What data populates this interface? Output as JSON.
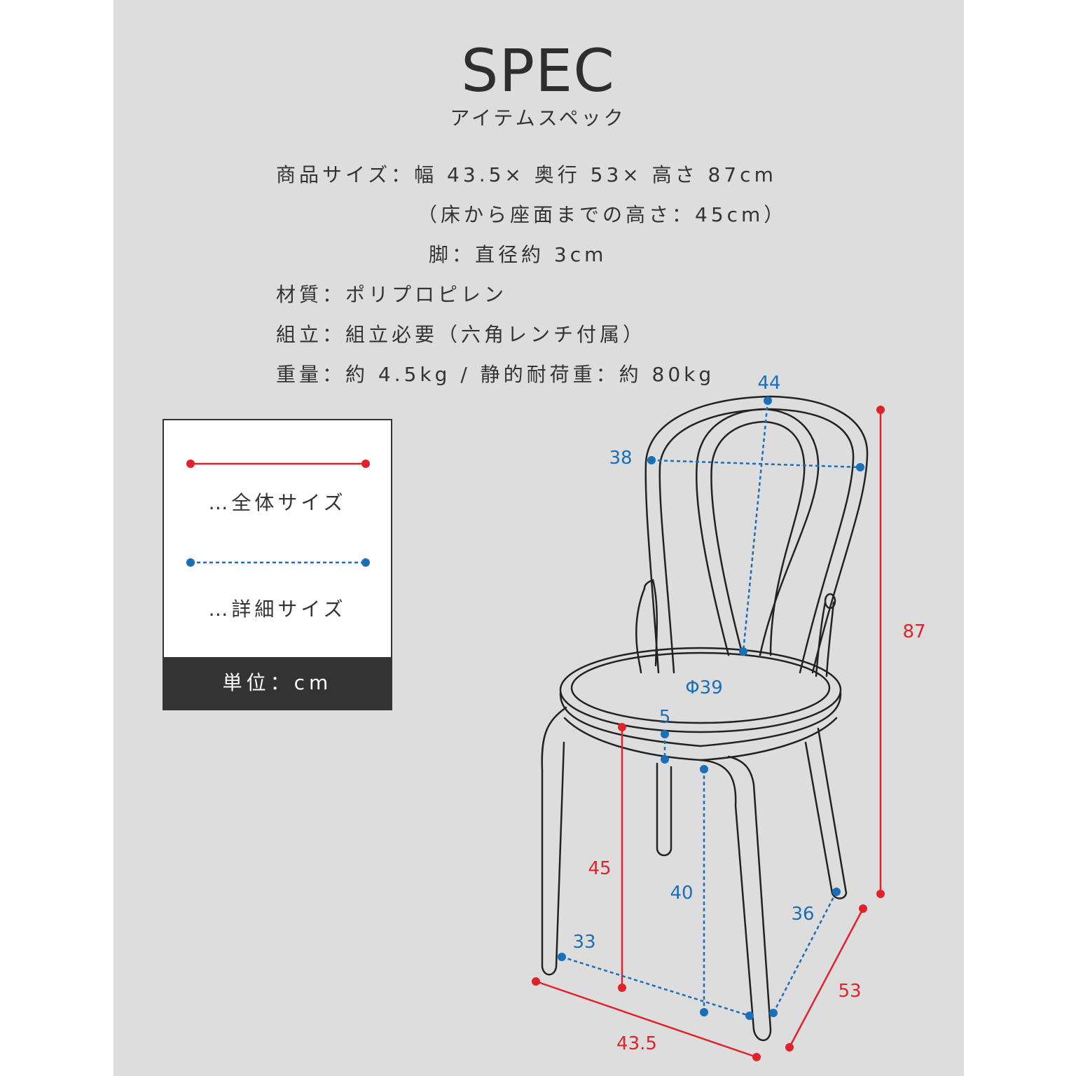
{
  "header": {
    "title": "SPEC",
    "subtitle": "アイテムスペック"
  },
  "specs": {
    "size": "商品サイズ：幅 43.5× 奥行 53× 高さ 87cm",
    "seat_height": "（床から座面までの高さ：45cm）",
    "leg": "脚：直径約 3cm",
    "material": "材質：ポリプロピレン",
    "assembly": "組立：組立必要（六角レンチ付属）",
    "weight": "重量：約 4.5kg / 静的耐荷重：約 80kg"
  },
  "legend": {
    "overall_label": "…全体サイズ",
    "detail_label": "…詳細サイズ",
    "unit": "単位：cm"
  },
  "dimensions": {
    "back_top_width": "44",
    "back_width": "38",
    "seat_diameter": "Φ39",
    "seat_thickness": "5",
    "total_height": "87",
    "seat_height": "45",
    "under_seat_height": "40",
    "inner_width": "33",
    "inner_depth": "36",
    "total_width": "43.5",
    "total_depth": "53"
  },
  "colors": {
    "overall": "#e0232b",
    "detail": "#1a6fb8",
    "panel": "#dddddd",
    "text": "#333333"
  }
}
